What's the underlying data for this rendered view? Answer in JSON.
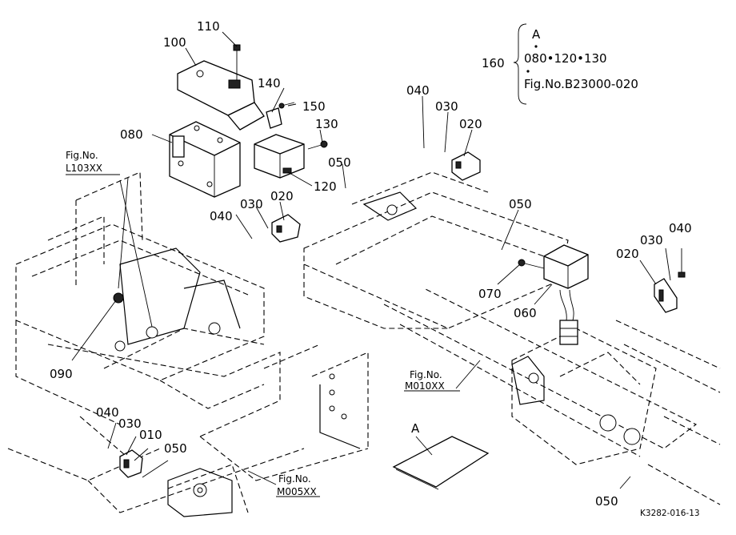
{
  "callouts": {
    "p110": "110",
    "p100": "100",
    "p140": "140",
    "p150": "150",
    "p080": "080",
    "p130": "130",
    "p120": "120",
    "p050a": "050",
    "p040a": "040",
    "p030a": "030",
    "p020a": "020",
    "p040b": "040",
    "p030b": "030",
    "p020b": "020",
    "p050b": "050",
    "p070": "070",
    "p060": "060",
    "p020c": "020",
    "p030c": "030",
    "p040c": "040",
    "p090": "090",
    "p040d": "040",
    "p030d": "030",
    "p010": "010",
    "p050c": "050",
    "p050d": "050",
    "p160": "160"
  },
  "legend": {
    "title": "A",
    "line1": "080•120•130",
    "line2": "Fig.No.B23000-020"
  },
  "references": {
    "l103_top": "Fig.No.",
    "l103_bottom": "L103XX",
    "m010_top": "Fig.No.",
    "m010_bottom": "M010XX",
    "m005_top": "Fig.No.",
    "m005_bottom": "M005XX"
  },
  "booklet_label": "A",
  "drawing_code": "K3282-016-13"
}
